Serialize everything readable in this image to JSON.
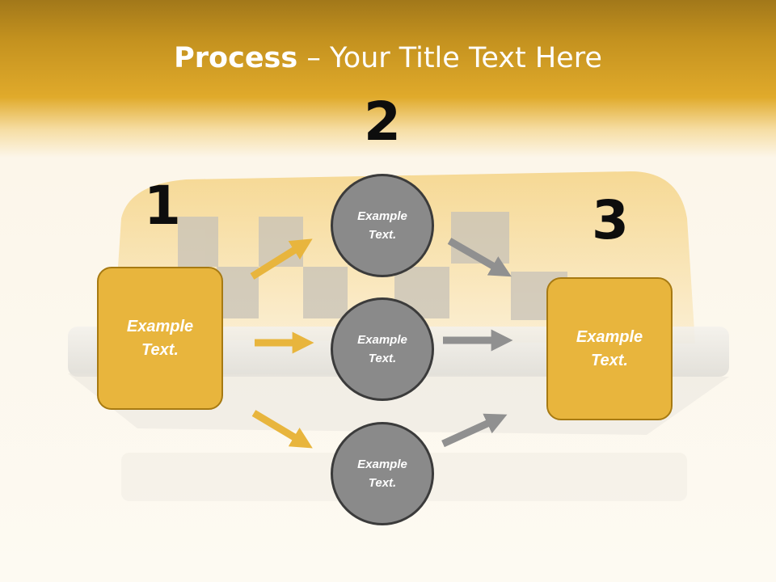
{
  "slide": {
    "title_bold": "Process",
    "title_rest": " – Your Title Text Here"
  },
  "steps": {
    "step1": {
      "number": "1",
      "text": "Example Text."
    },
    "step2": {
      "number": "2"
    },
    "step3": {
      "number": "3",
      "text": "Example Text."
    }
  },
  "middle_items": [
    {
      "text": "Example Text."
    },
    {
      "text": "Example Text."
    },
    {
      "text": "Example Text."
    }
  ],
  "colors": {
    "accent_yellow": "#e8b53d",
    "circle_gray": "#8a8a8a",
    "arrow_gray": "#909090"
  }
}
